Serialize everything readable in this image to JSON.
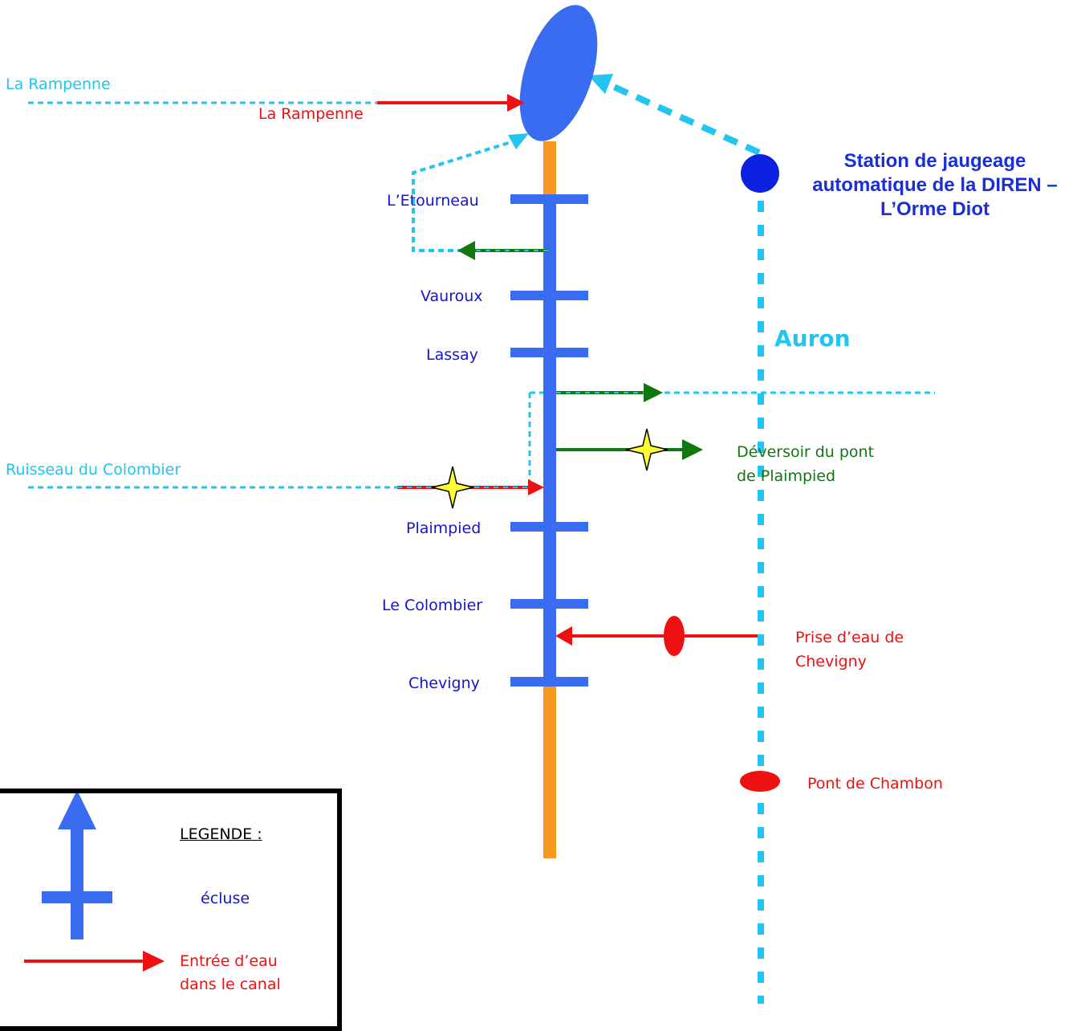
{
  "colors": {
    "canal": "#3a6cf2",
    "canal_end": "#f7971e",
    "river": "#22c4f0",
    "water_inlet": "#ee1111",
    "outlet": "#117711",
    "station": "#0c22e0",
    "marker": "#ffff33"
  },
  "labels": {
    "la_rampenne_river": "La Rampenne",
    "la_rampenne_inlet": "La Rampenne",
    "ruisseau": "Ruisseau du Colombier",
    "auron": "Auron",
    "station": [
      "Station de jaugeage",
      "automatique de la DIREN –",
      "L’Orme Diot"
    ],
    "deversoir": [
      "Déversoir du pont",
      "de Plaimpied"
    ],
    "prise": [
      "Prise d’eau de",
      "Chevigny"
    ],
    "pont_chambon": "Pont de Chambon"
  },
  "locks": [
    "L’Etourneau",
    "Vauroux",
    "Lassay",
    "Plaimpied",
    "Le Colombier",
    "Chevigny"
  ],
  "legend": {
    "title": "LEGENDE :",
    "ecluse": "écluse",
    "entree": [
      "Entrée d’eau",
      "dans le canal"
    ]
  },
  "icons": {
    "lock": "lock-crossbar-icon",
    "reservoir": "reservoir-ellipse-icon",
    "station": "gauging-station-dot-icon",
    "water_intake": "water-intake-oval-icon",
    "bridge": "bridge-oval-icon",
    "marker": "star-marker-icon"
  }
}
